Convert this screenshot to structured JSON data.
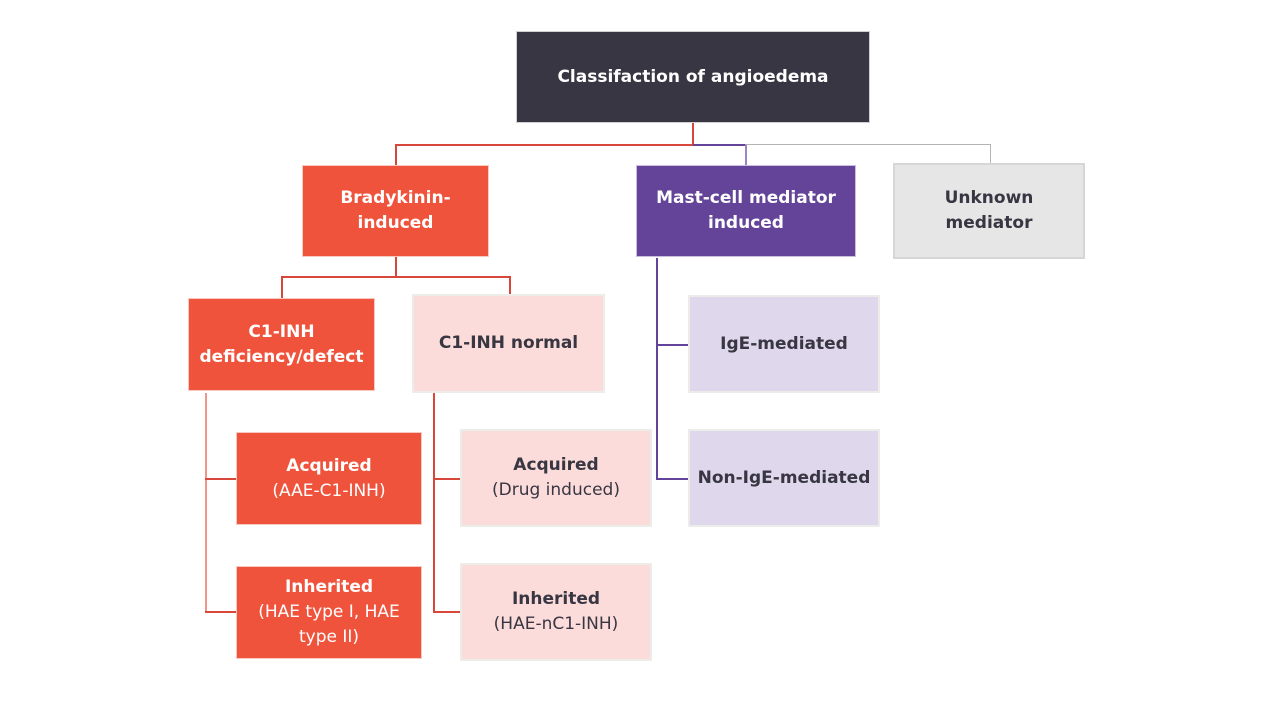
{
  "diagram": {
    "root": {
      "label": "Classifaction of angioedema"
    },
    "categories": [
      {
        "label": "Bradykinin-induced",
        "line1": "Bradykinin-",
        "line2": "induced",
        "color": "#f0533c"
      },
      {
        "label": "Mast-cell mediator induced",
        "line1": "Mast-cell mediator",
        "line2": "induced",
        "color": "#634499"
      },
      {
        "label": "Unknown mediator",
        "line1": "Unknown",
        "line2": "mediator",
        "color": "#e6e6e6"
      }
    ],
    "bradykinin_children": [
      {
        "line1": "C1-INH",
        "line2": "deficiency/defect",
        "color": "#f0533c"
      },
      {
        "label": "C1-INH normal",
        "color": "#fbdcda"
      }
    ],
    "deficiency_children": [
      {
        "title": "Acquired",
        "sub": "(AAE-C1-INH)"
      },
      {
        "title": "Inherited",
        "sub1": "(HAE type I, HAE",
        "sub2": "type II)"
      }
    ],
    "normal_children": [
      {
        "title": "Acquired",
        "sub": "(Drug induced)"
      },
      {
        "title": "Inherited",
        "sub": "(HAE-nC1-INH)"
      }
    ],
    "mastcell_children": [
      {
        "label": "IgE-mediated",
        "color": "#dfd7ec"
      },
      {
        "label": "Non-IgE-mediated",
        "color": "#dfd7ec"
      }
    ],
    "colors": {
      "root": "#383642",
      "bradykinin": "#f0533c",
      "bradykinin_light": "#fbdcda",
      "mastcell": "#634499",
      "mastcell_light": "#dfd7ec",
      "unknown": "#e6e6e6",
      "text_dark": "#383642"
    }
  }
}
